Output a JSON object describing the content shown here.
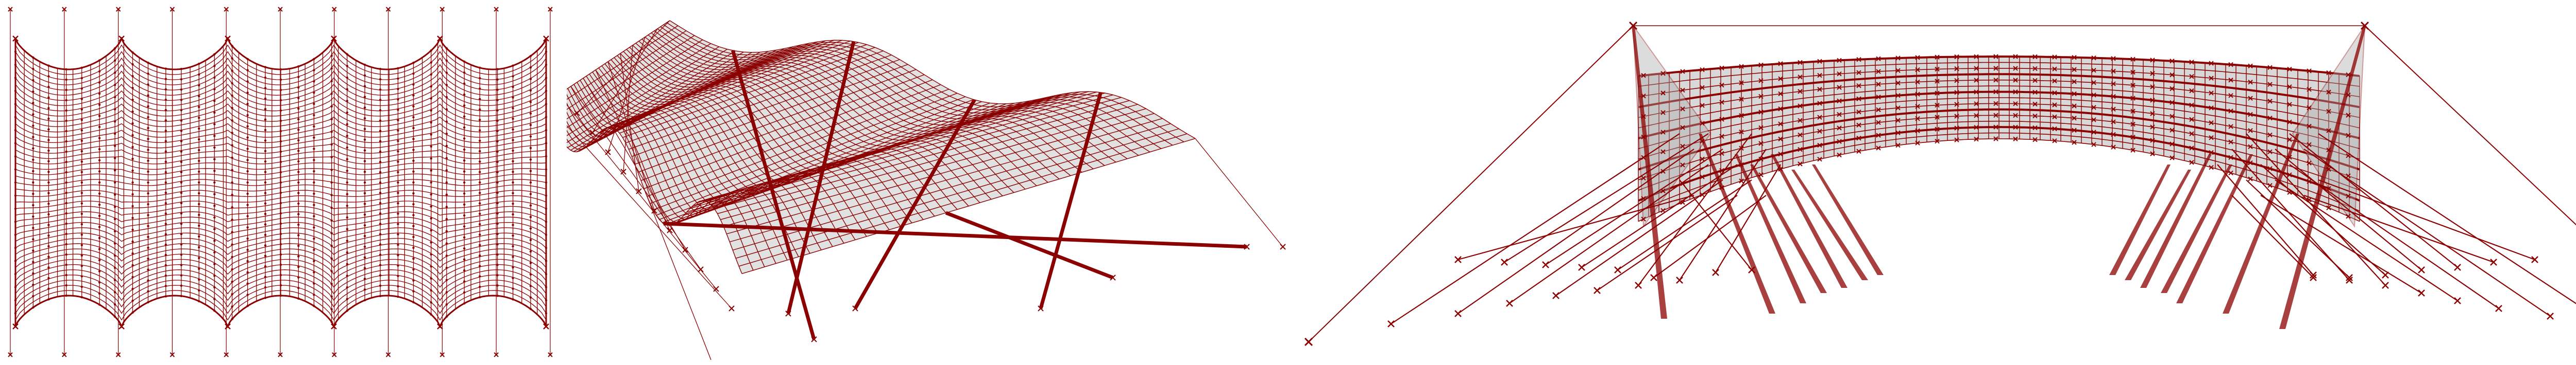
{
  "figure": {
    "panels": [
      {
        "id": "plan-view",
        "view": "top",
        "supports_per_edge": 11
      },
      {
        "id": "perspective-view",
        "view": "perspective"
      },
      {
        "id": "elevation-view",
        "view": "front"
      }
    ]
  },
  "colors": {
    "mesh_stroke": "#8b0000",
    "mesh_fill": "#a9a9a9",
    "node": "#8b0000",
    "cable": "#8b0000",
    "background": "#ffffff"
  },
  "icons": {
    "support_marker": "cross-icon",
    "mesh_node": "dot-icon"
  }
}
